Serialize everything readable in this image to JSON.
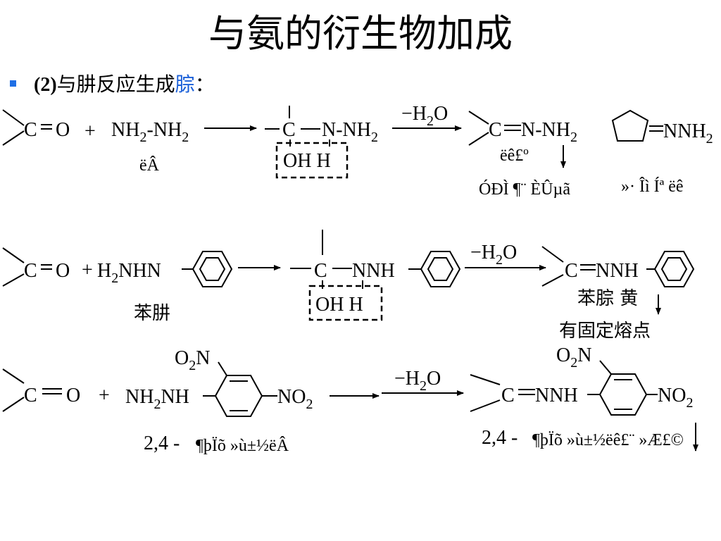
{
  "title": "与氨的衍生物加成",
  "subtitle": {
    "number": "(2)",
    "text": "与肼反应生成",
    "highlight": "腙",
    "colon": "："
  },
  "colors": {
    "accent": "#1a5fd8",
    "bullet": "#1f6fe5"
  },
  "row1": {
    "carbonyl_c": "C",
    "carbonyl_o": "O",
    "plus": "+",
    "reagent_nh": "NH",
    "reagent_sub": "2",
    "reagent_dash": "-NH",
    "reagent_sub2": "2",
    "reagent_name": "ëÂ",
    "inter_c": "C",
    "inter_n": "N-NH",
    "inter_sub": "2",
    "inter_oh": "OH H",
    "minus_water": "−H",
    "water_sub": "2",
    "water_o": "O",
    "prod_c": "C",
    "prod_rest": "N-NH",
    "prod_sub": "2",
    "prod_name": "ëê£º",
    "prod_note": "ÓÐÌ ¶¨ ÈÛµã",
    "ring_prod": "NNH",
    "ring_sub": "2",
    "ring_note": "»· Îì Íª ëê"
  },
  "row2": {
    "carbonyl_c": "C",
    "carbonyl_o": "O",
    "plus": "+",
    "reagent_h": "H",
    "reagent_sub": "2",
    "reagent_rest": "NHN",
    "reagent_name": "苯肼",
    "inter_c": "C",
    "inter_n": "NNH",
    "inter_oh": "OH H",
    "minus_water": "−H",
    "water_sub": "2",
    "water_o": "O",
    "prod_c": "C",
    "prod_rest": "NNH",
    "prod_name": "苯腙 黄",
    "prod_note": "有固定熔点"
  },
  "row3": {
    "carbonyl_c": "C",
    "carbonyl_o": "O",
    "plus": "+",
    "reagent_nh": "NH",
    "reagent_sub": "2",
    "reagent_rest": "NH",
    "o2n_o": "O",
    "o2n_sub": "2",
    "o2n_n": "N",
    "no2_no": "NO",
    "no2_sub": "2",
    "reagent_name_prefix": "2,4 -",
    "reagent_name": "¶þÏõ »ù±½ëÂ",
    "minus_water": "−H",
    "water_sub": "2",
    "water_o": "O",
    "prod_c": "C",
    "prod_rest": "NNH",
    "prod_o2n_o": "O",
    "prod_o2n_sub": "2",
    "prod_o2n_n": "N",
    "prod_no2_no": "NO",
    "prod_no2_sub": "2",
    "prod_name_prefix": "2,4 -",
    "prod_name": "¶þÏõ »ù±½ëê£¨ »Æ£©"
  }
}
